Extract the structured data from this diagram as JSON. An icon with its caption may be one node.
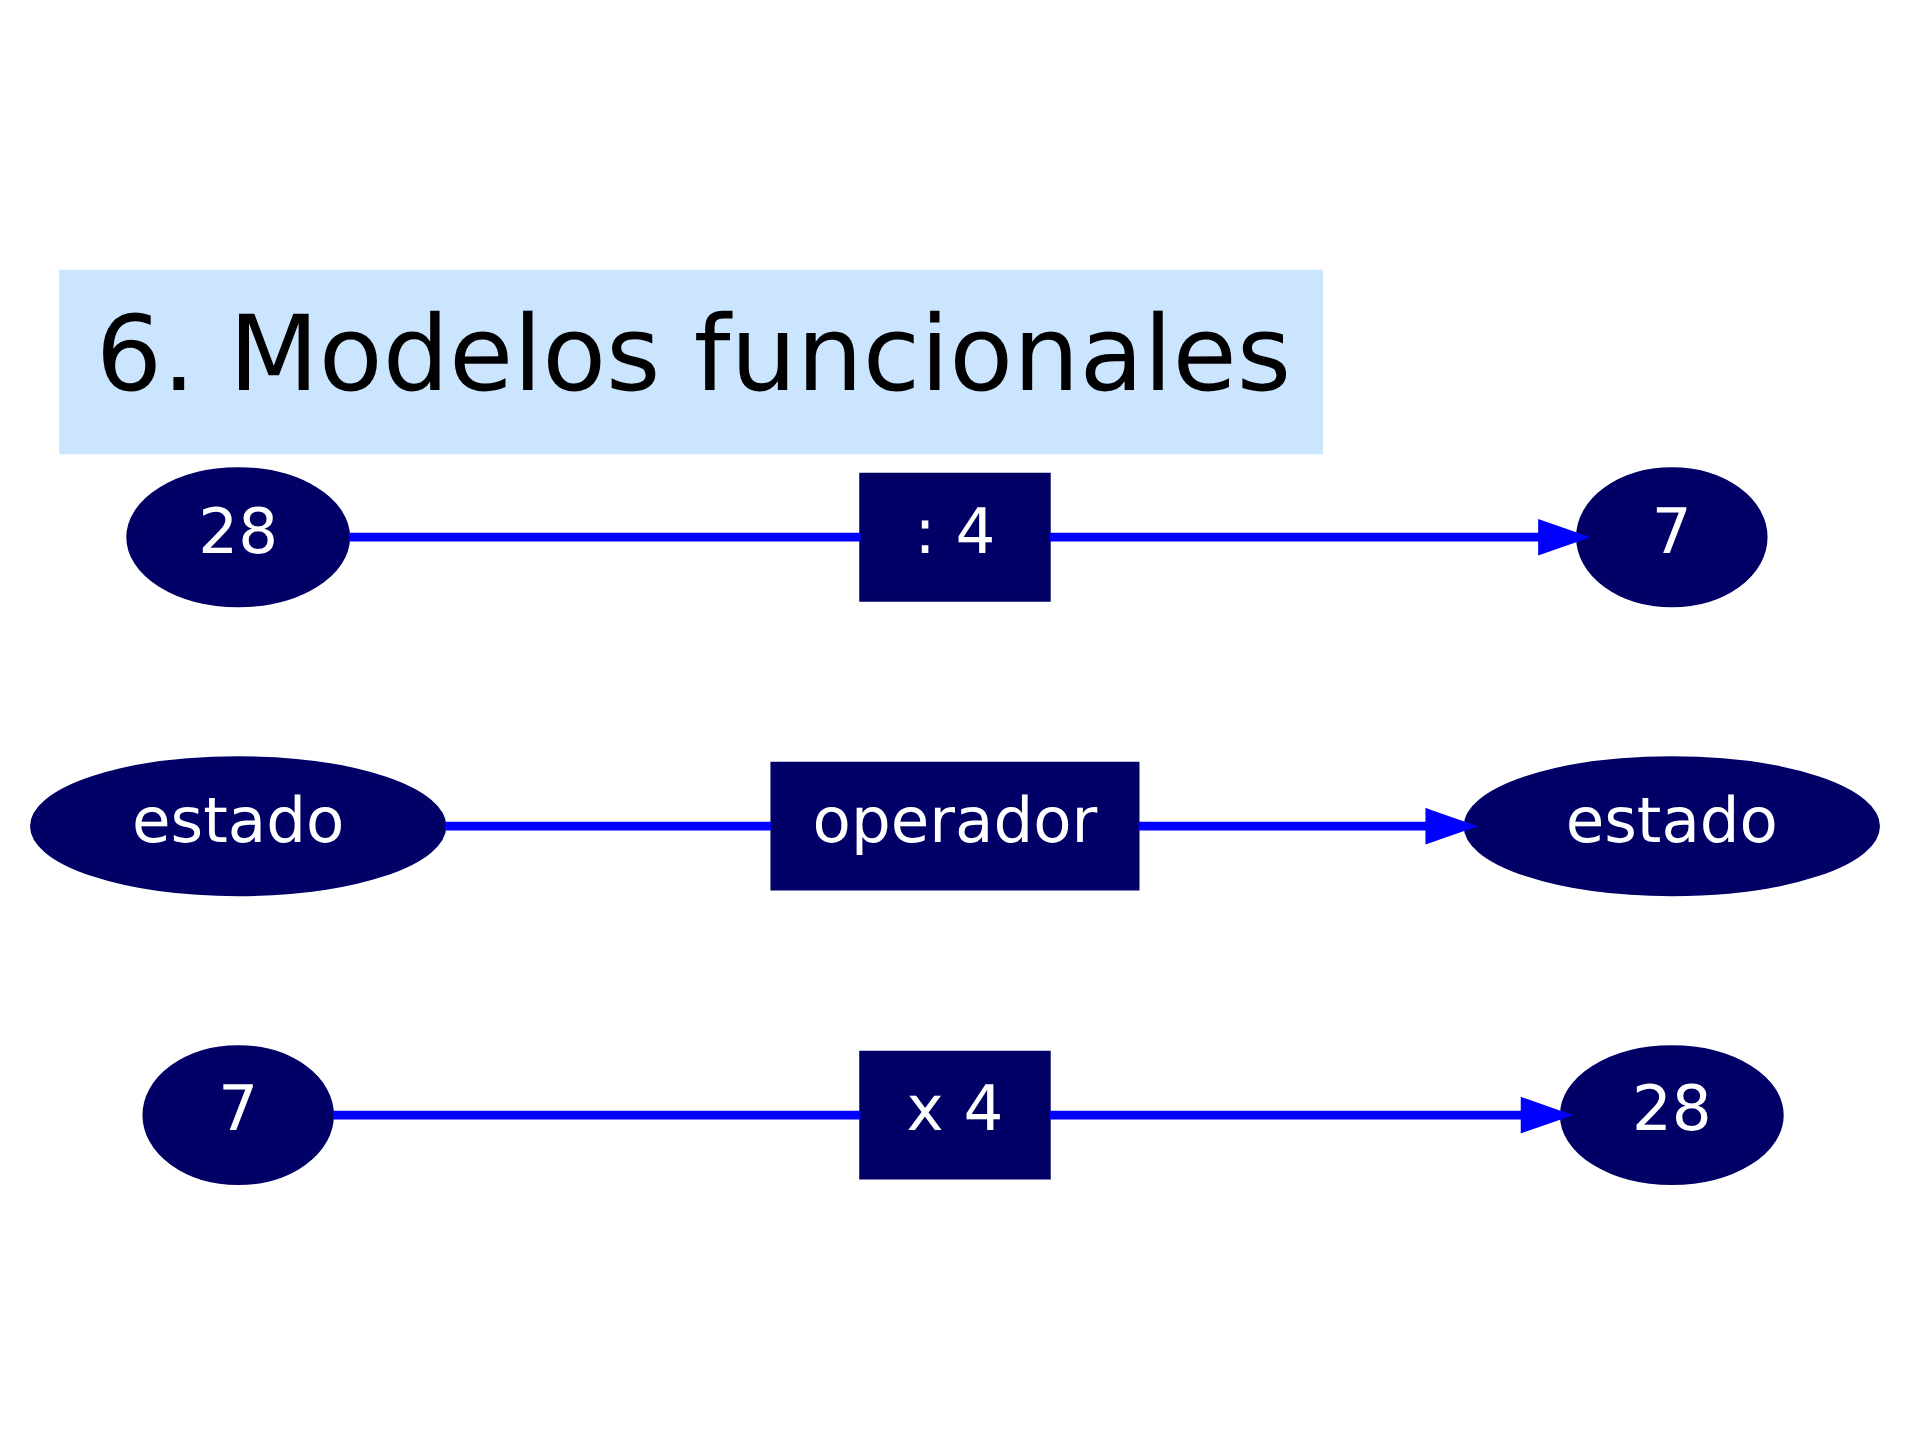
{
  "diagram": {
    "title": "6. Modelos funcionales",
    "nodes": [
      {
        "text": [
          "7"
        ]
      },
      {
        "text": [
          "x 4"
        ]
      },
      {
        "text": [
          "28"
        ]
      },
      {
        "text": [
          "estado"
        ]
      },
      {
        "text": [
          "operador"
        ]
      },
      {
        "text": [
          "estado"
        ]
      },
      {
        "text": [
          "28"
        ]
      },
      {
        "text": [
          ": 4"
        ]
      },
      {
        "text": [
          "7"
        ]
      }
    ],
    "edges": [
      {
        "from": 0,
        "to": 1,
        "arrow": "none"
      },
      {
        "from": 1,
        "to": 2,
        "arrow": "to"
      },
      {
        "from": 3,
        "to": 4,
        "arrow": "none"
      },
      {
        "from": 4,
        "to": 5,
        "arrow": "to"
      },
      {
        "from": 6,
        "to": 7,
        "arrow": "none"
      },
      {
        "from": 7,
        "to": 8,
        "arrow": "to"
      }
    ]
  }
}
